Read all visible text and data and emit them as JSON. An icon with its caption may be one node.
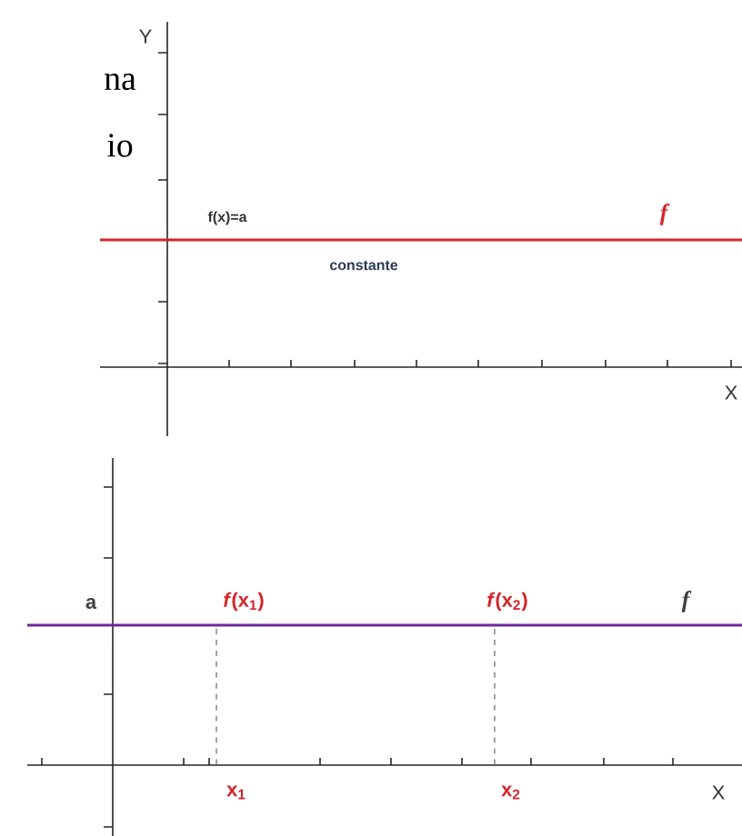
{
  "diagram": {
    "labels": [
      "na",
      "io",
      "Y",
      "f(x)=a",
      "f",
      "constante",
      "X",
      "a",
      "*f*(x$_{1}$)",
      "*f*(x$_{2}$)",
      "f",
      "x$_{1}$",
      "x$_{2}$",
      "X"
    ]
  }
}
